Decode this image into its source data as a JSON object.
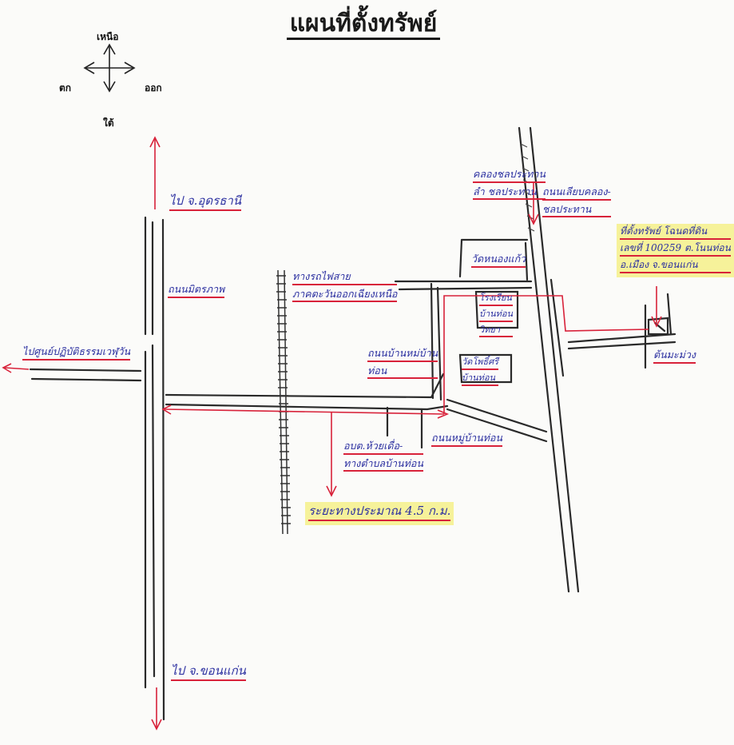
{
  "title": "แผนที่ตั้งทรัพย์",
  "compass": {
    "north": "เหนือ",
    "south": "ใต้",
    "east": "ออก",
    "west": "ตก"
  },
  "labels": {
    "to_udon": "ไป จ.อุดรธานี",
    "mittraphap_road": "ถนนมิตรภาพ",
    "to_phu_wiang": "ไปศูนย์ปฏิบัติธรรมเวฬุวัน",
    "railway": [
      "ทางรถไฟสาย",
      "ภาคตะวันออกเฉียงเหนือ"
    ],
    "irrigation_canal": [
      "คลองชลประทาน",
      "ลำ ชลประทาน"
    ],
    "canal_road": [
      "ถนนเลียบคลอง-",
      "ชลประทาน"
    ],
    "wat_nong_kaeo": "วัดหนองแก้ว",
    "school": [
      "โรงเรียน",
      "บ้านท่อน",
      "วิทยา"
    ],
    "wat_pho_si": [
      "วัดโพธิ์ศรี",
      "บ้านท่อน"
    ],
    "road_ban_thon_1": [
      "ถนนบ้านหม่บ้าน",
      "ท่อน"
    ],
    "road_ban_thon_2": "ถนนหมู่บ้านท่อน",
    "tambon_office": [
      "อบต.ห้วยเดื่อ-",
      "ทางตำบลบ้านท่อน"
    ],
    "property_location": [
      "ที่ตั้งทรัพย์ โฉนดที่ดิน",
      "เลขที่ 100259 ต.โนนท่อน",
      "อ.เมือง จ.ขอนแก่น"
    ],
    "tree": "ต้นมะม่วง",
    "to_khon_kaen": "ไป จ.ขอนแก่น",
    "distance": "ระยะทางประมาณ 4.5 ก.ม."
  },
  "colors": {
    "road": "#2a2a2a",
    "marker": "#d8223a",
    "text": "#2b2fa0",
    "highlight": "#f6f29a"
  }
}
